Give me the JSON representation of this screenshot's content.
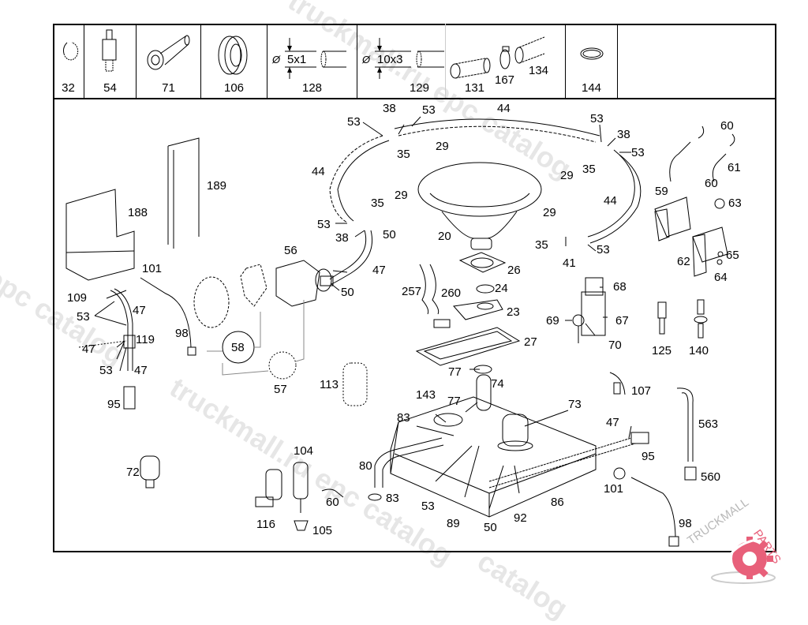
{
  "header_parts": [
    {
      "num": "32",
      "icon": "circlip-icon"
    },
    {
      "num": "54",
      "icon": "threaded-adapter-icon"
    },
    {
      "num": "71",
      "icon": "bolt-fitting-icon"
    },
    {
      "num": "106",
      "icon": "grommet-ring-icon"
    },
    {
      "num": "128",
      "icon": "hose-5x1-icon",
      "dim": "5x1"
    },
    {
      "num": "129",
      "icon": "hose-10x3-icon",
      "dim": "10x3"
    },
    {
      "num": "131",
      "icon": "hose-connector-icon",
      "extra": [
        {
          "num": "167"
        },
        {
          "num": "134"
        }
      ]
    },
    {
      "num": "144",
      "icon": "o-ring-icon"
    }
  ],
  "dim_symbol": "Ø",
  "labels": {
    "l44a": "44",
    "l53a": "53",
    "l38a": "38",
    "l53b": "53",
    "l35a": "35",
    "l29a": "29",
    "l53c": "53",
    "l38b": "38",
    "l53d": "53",
    "l29b": "29",
    "l35b": "35",
    "l44b": "44",
    "l44c": "44",
    "l35c": "35",
    "l29c": "29",
    "l53e": "53",
    "l38c": "38",
    "l50a": "50",
    "l20": "20",
    "l29d": "29",
    "l35d": "35",
    "l41": "41",
    "l53f": "53",
    "l60a": "60",
    "l61": "61",
    "l60b": "60",
    "l59": "59",
    "l63": "63",
    "l62": "62",
    "l65": "65",
    "l64": "64",
    "l189": "189",
    "l188": "188",
    "l101a": "101",
    "l56": "56",
    "l47a": "47",
    "l50b": "50",
    "l109": "109",
    "l53g": "53",
    "l47b": "47",
    "l98a": "98",
    "l119": "119",
    "l47c": "47",
    "l53h": "53",
    "l47d": "47",
    "l95a": "95",
    "l58": "58",
    "l57": "57",
    "l113": "113",
    "l26": "26",
    "l24": "24",
    "l257": "257",
    "l260": "260",
    "l23": "23",
    "l27": "27",
    "l68": "68",
    "l69": "69",
    "l67": "67",
    "l70": "70",
    "l125": "125",
    "l140": "140",
    "l77a": "77",
    "l74": "74",
    "l143": "143",
    "l77b": "77",
    "l73": "73",
    "l83a": "83",
    "l107": "107",
    "l47e": "47",
    "l95b": "95",
    "l563": "563",
    "l560": "560",
    "l80": "80",
    "l83b": "83",
    "l53i": "53",
    "l89": "89",
    "l50c": "50",
    "l92": "92",
    "l86": "86",
    "l101b": "101",
    "l98b": "98",
    "l72": "72",
    "l104": "104",
    "l116": "116",
    "l60c": "60",
    "l105": "105"
  },
  "watermark": {
    "text1": "truckmall.ru epc catalog",
    "text2": "truckmall.ru epc catalog",
    "text3": "catalog",
    "text4": "l epc catalog"
  },
  "logo": {
    "text_left": "TRUCKMALL",
    "text_right": "PARTS",
    "accent": "#e8607a"
  }
}
